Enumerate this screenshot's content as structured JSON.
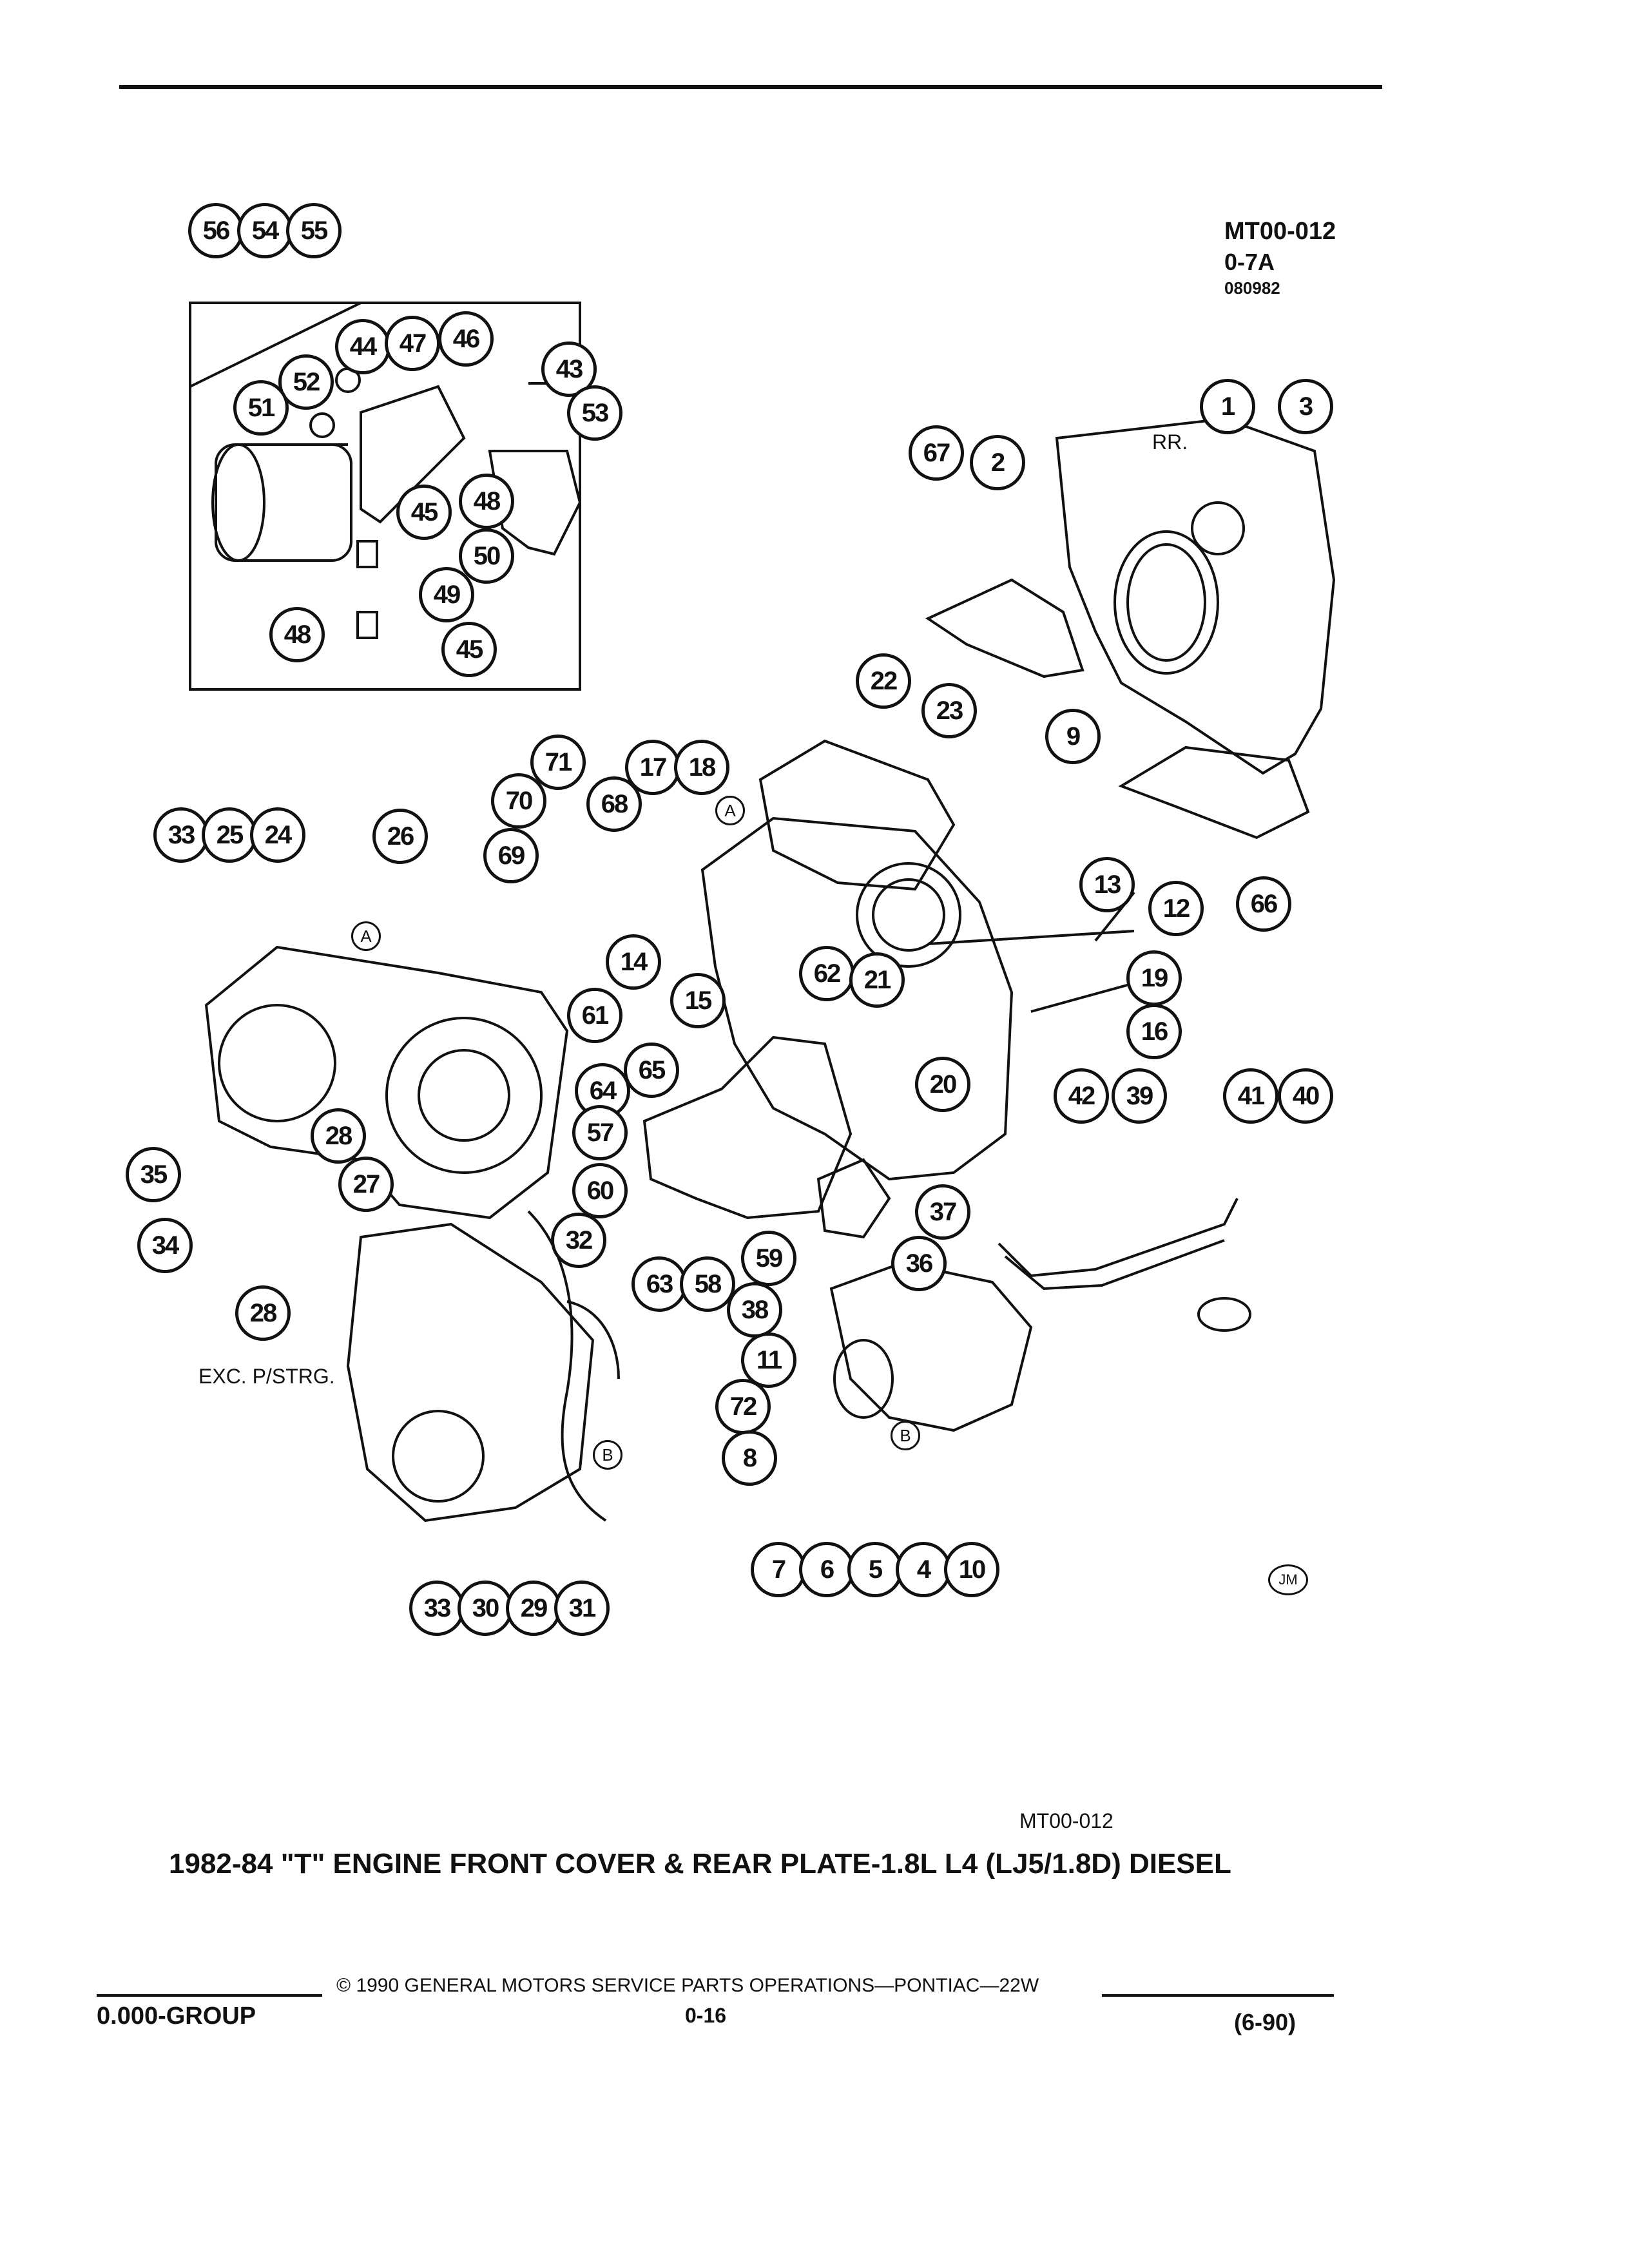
{
  "figure": {
    "id": "MT00-012",
    "sheet": "0-7A",
    "date_code": "080982",
    "bottom_id": "MT00-012",
    "title": "1982-84 \"T\" ENGINE FRONT COVER & REAR PLATE-1.8L L4 (LJ5/1.8D) DIESEL",
    "rear_label": "RR.",
    "exc_label": "EXC. P/STRG.",
    "artist_mark": "JM"
  },
  "footer": {
    "copyright": "© 1990 GENERAL MOTORS SERVICE PARTS OPERATIONS—PONTIAC—22W",
    "group": "0.000-GROUP",
    "page": "0-16",
    "revision": "(6-90)"
  },
  "callouts": [
    "56",
    "54",
    "55",
    "44",
    "47",
    "46",
    "43",
    "52",
    "51",
    "53",
    "45",
    "48",
    "50",
    "49",
    "48",
    "45",
    "67",
    "2",
    "1",
    "3",
    "9",
    "22",
    "23",
    "71",
    "17",
    "18",
    "70",
    "68",
    "69",
    "33",
    "25",
    "24",
    "26",
    "13",
    "12",
    "66",
    "14",
    "15",
    "62",
    "21",
    "19",
    "16",
    "61",
    "65",
    "64",
    "20",
    "42",
    "39",
    "41",
    "40",
    "57",
    "35",
    "28",
    "27",
    "60",
    "37",
    "36",
    "32",
    "34",
    "59",
    "63",
    "58",
    "38",
    "28",
    "11",
    "72",
    "8",
    "7",
    "6",
    "5",
    "4",
    "10",
    "33",
    "30",
    "29",
    "31"
  ],
  "reference_letters": [
    "A",
    "A",
    "B",
    "B"
  ]
}
